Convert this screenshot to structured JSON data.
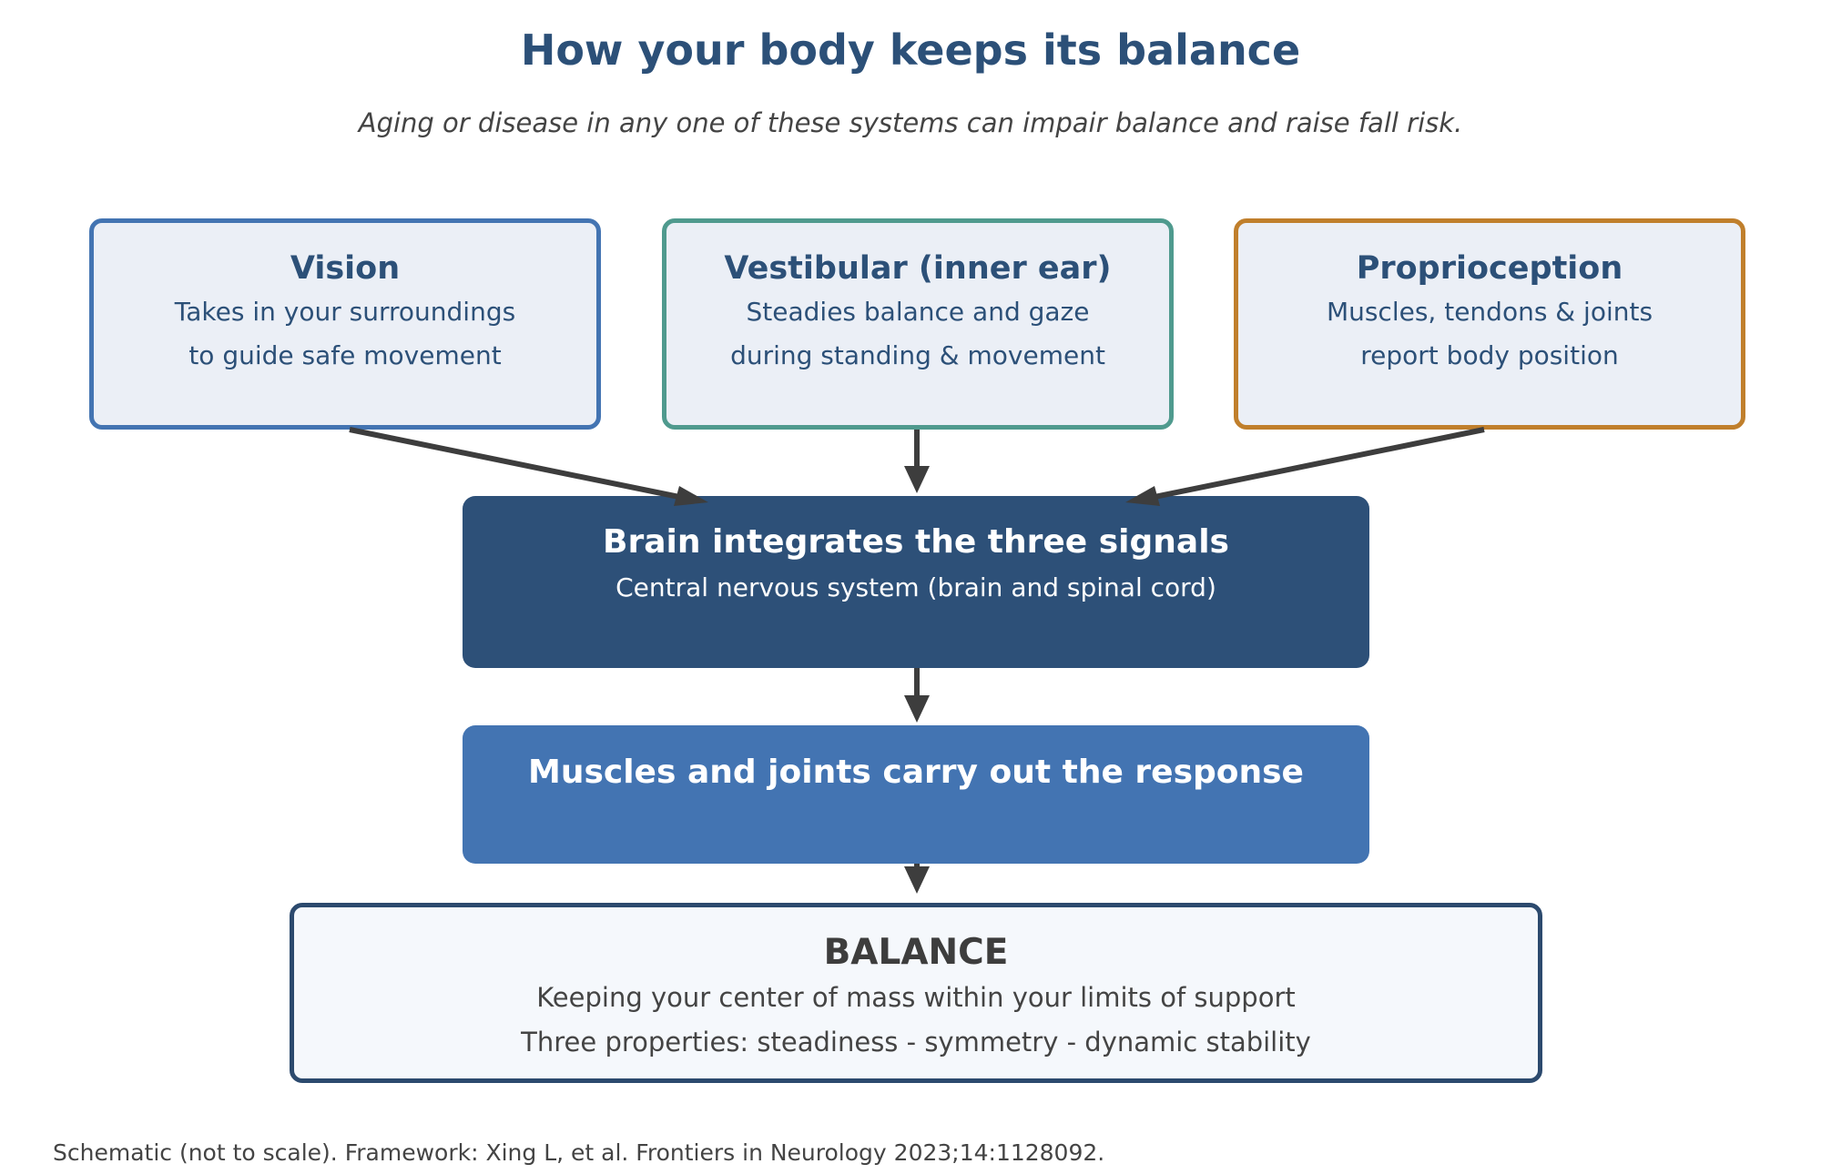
{
  "title": "How your body keeps its balance",
  "subtitle": "Aging or disease in any one of these systems can impair balance and raise fall risk.",
  "systems": [
    {
      "title": "Vision",
      "line1": "Takes in your surroundings",
      "line2": "to guide safe movement",
      "border_color": "#4374b2"
    },
    {
      "title": "Vestibular (inner ear)",
      "line1": "Steadies balance and gaze",
      "line2": "during standing & movement",
      "border_color": "#4f9a8e"
    },
    {
      "title": "Proprioception",
      "line1": "Muscles, tendons & joints",
      "line2": "report body position",
      "border_color": "#c07f2c"
    }
  ],
  "brain": {
    "title": "Brain integrates the three signals",
    "subtitle": "Central nervous system (brain and spinal cord)"
  },
  "muscles": {
    "title": "Muscles and joints carry out the response"
  },
  "balance": {
    "title": "BALANCE",
    "line1": "Keeping your center of mass within your limits of support",
    "line2": "Three properties: steadiness  -  symmetry  -  dynamic stability"
  },
  "footnote": "Schematic (not to scale). Framework: Xing L, et al. Frontiers in Neurology 2023;14:1128092.",
  "colors": {
    "title": "#2c5078",
    "brain_fill": "#2d5078",
    "muscle_fill": "#4374b2",
    "arrow": "#3d3d3d"
  }
}
